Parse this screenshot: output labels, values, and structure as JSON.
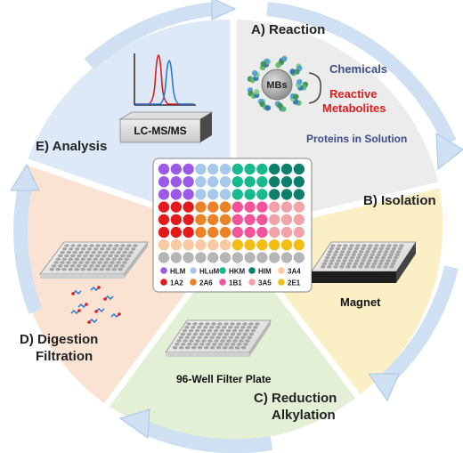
{
  "steps": {
    "reaction": {
      "title": "A) Reaction",
      "core_label": "MBs",
      "chemicals": "Chemicals",
      "reactive_line1": "Reactive",
      "reactive_line2": "Metabolites",
      "proteins": "Proteins in Solution"
    },
    "isolation": {
      "title": "B) Isolation",
      "magnet": "Magnet"
    },
    "reduction": {
      "plate_label": "96-Well Filter Plate",
      "line1": "C) Reduction",
      "line2": "Alkylation"
    },
    "digestion": {
      "line1": "D) Digestion",
      "line2": "Filtration"
    },
    "analysis": {
      "title": "E) Analysis",
      "instrument": "LC-MS/MS"
    }
  },
  "legend": [
    {
      "label": "HLM",
      "color": "#9b59e6"
    },
    {
      "label": "HLuM",
      "color": "#a6c8ea"
    },
    {
      "label": "HKM",
      "color": "#19b98f"
    },
    {
      "label": "HIM",
      "color": "#0f7f6d"
    },
    {
      "label": "3A4",
      "color": "#f9c9a2"
    },
    {
      "label": "1A2",
      "color": "#e31a1c"
    },
    {
      "label": "2A6",
      "color": "#ed8125"
    },
    {
      "label": "1B1",
      "color": "#f2549b"
    },
    {
      "label": "3A5",
      "color": "#f1a3a8"
    },
    {
      "label": "2E1",
      "color": "#f2bd14"
    }
  ],
  "plate_rows": [
    [
      "HLM",
      "HLM",
      "HLM",
      "HLuM",
      "HLuM",
      "HLuM",
      "HKM",
      "HKM",
      "HKM",
      "HIM",
      "HIM",
      "HIM"
    ],
    [
      "HLM",
      "HLM",
      "HLM",
      "HLuM",
      "HLuM",
      "HLuM",
      "HKM",
      "HKM",
      "HKM",
      "HIM",
      "HIM",
      "HIM"
    ],
    [
      "HLM",
      "HLM",
      "HLM",
      "HLuM",
      "HLuM",
      "HLuM",
      "HKM",
      "HKM",
      "HKM",
      "HIM",
      "HIM",
      "HIM"
    ],
    [
      "1A2",
      "1A2",
      "1A2",
      "2A6",
      "2A6",
      "2A6",
      "1B1",
      "1B1",
      "1B1",
      "3A5",
      "3A5",
      "3A5"
    ],
    [
      "1A2",
      "1A2",
      "1A2",
      "2A6",
      "2A6",
      "2A6",
      "1B1",
      "1B1",
      "1B1",
      "3A5",
      "3A5",
      "3A5"
    ],
    [
      "1A2",
      "1A2",
      "1A2",
      "2A6",
      "2A6",
      "2A6",
      "1B1",
      "1B1",
      "1B1",
      "3A5",
      "3A5",
      "3A5"
    ],
    [
      "3A4",
      "3A4",
      "3A4",
      "3A4",
      "3A4",
      "3A4",
      "2E1",
      "2E1",
      "2E1",
      "2E1",
      "2E1",
      "2E1"
    ],
    [
      "empty",
      "empty",
      "empty",
      "empty",
      "empty",
      "empty",
      "empty",
      "empty",
      "empty",
      "empty",
      "empty",
      "empty"
    ]
  ],
  "colors": {
    "reaction_bg": "#ececec",
    "isolation_bg": "#fbefc6",
    "reduction_bg": "#e3f0d6",
    "digestion_bg": "#fbe3d3",
    "analysis_bg": "#dde9f6",
    "arrow": "#cfe0f3",
    "arrow_edge": "#a9c5e6",
    "reactive_text": "#e31a1c",
    "navy_text": "#3d4d8a",
    "empty_well": "#b5b5b5"
  }
}
